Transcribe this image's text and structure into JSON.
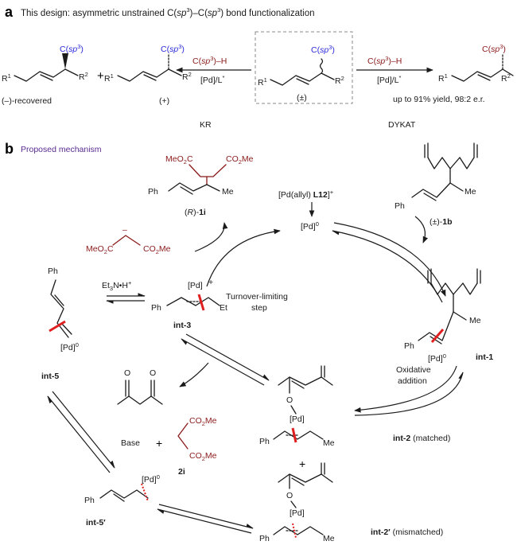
{
  "panel_a": {
    "letter": "a",
    "title": "This design: asymmetric unstrained C(sp3)–C(sp3) bond functionalization",
    "substituent": "C(sp3)",
    "r1": "R1",
    "r2": "R2",
    "plus": "+",
    "recovered_label": "(–)-recovered",
    "plus_enantiomer_label": "(+)",
    "racemic_label": "(±)",
    "left_arrow_top": "C(sp3)–H",
    "left_arrow_bottom": "[Pd]/L*",
    "right_arrow_top": "C(sp3)–H",
    "right_arrow_bottom": "[Pd]/L*",
    "kr_label": "KR",
    "dykat_label": "DYKAT",
    "yield_note": "up to 91% yield, 98:2 e.r."
  },
  "panel_b": {
    "letter": "b",
    "title": "Proposed mechanism",
    "ester1": "MeO2C",
    "ester2": "CO2Me",
    "ph": "Ph",
    "me": "Me",
    "et": "Et",
    "pd": "[Pd]",
    "pd0": "[Pd]0",
    "product_label": "(R)-1i",
    "catalyst_label": "[Pd(allyl) L12]+",
    "pd0_center": "[Pd]0",
    "substrate_label": "(±)-1b",
    "malonate_anion": "MeO2C–CH–CO2Me",
    "turnover": "Turnover-limiting",
    "turnover2": "step",
    "et3nh": "Et3N•H+",
    "int3": "int-3",
    "int5": "int-5",
    "int1": "int-1",
    "oxidative": "Oxidative",
    "addition": "addition",
    "acac": "pentane-2,4-dione",
    "base": "Base",
    "plus": "+",
    "malonate_label": "2i",
    "int2": "int-2 (matched)",
    "int5p": "int-5′",
    "int2p": "int-2′ (mismatched)",
    "oxygen": "O",
    "plus_cation": "+"
  }
}
